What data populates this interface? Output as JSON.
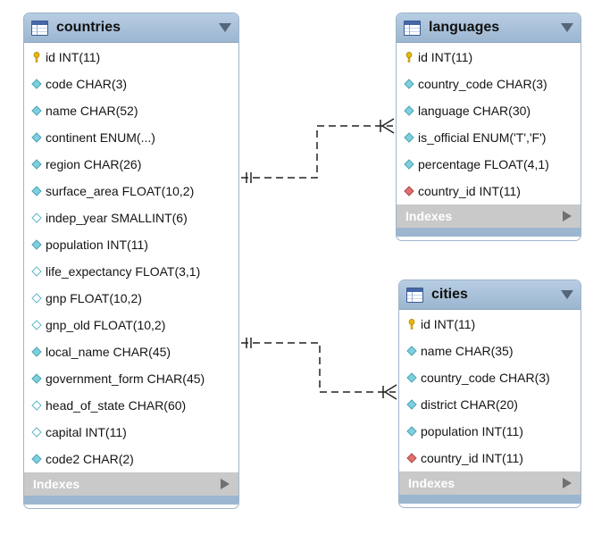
{
  "tables": {
    "countries": {
      "title": "countries",
      "columns": [
        {
          "label": "id INT(11)",
          "kind": "primary-key"
        },
        {
          "label": "code CHAR(3)",
          "kind": "not-null"
        },
        {
          "label": "name CHAR(52)",
          "kind": "not-null"
        },
        {
          "label": "continent ENUM(...)",
          "kind": "not-null"
        },
        {
          "label": "region CHAR(26)",
          "kind": "not-null"
        },
        {
          "label": "surface_area FLOAT(10,2)",
          "kind": "not-null"
        },
        {
          "label": "indep_year SMALLINT(6)",
          "kind": "nullable"
        },
        {
          "label": "population INT(11)",
          "kind": "not-null"
        },
        {
          "label": "life_expectancy FLOAT(3,1)",
          "kind": "nullable"
        },
        {
          "label": "gnp FLOAT(10,2)",
          "kind": "nullable"
        },
        {
          "label": "gnp_old FLOAT(10,2)",
          "kind": "nullable"
        },
        {
          "label": "local_name CHAR(45)",
          "kind": "not-null"
        },
        {
          "label": "government_form CHAR(45)",
          "kind": "not-null"
        },
        {
          "label": "head_of_state CHAR(60)",
          "kind": "nullable"
        },
        {
          "label": "capital INT(11)",
          "kind": "nullable"
        },
        {
          "label": "code2 CHAR(2)",
          "kind": "not-null"
        }
      ],
      "indexes_label": "Indexes"
    },
    "languages": {
      "title": "languages",
      "columns": [
        {
          "label": "id INT(11)",
          "kind": "primary-key"
        },
        {
          "label": "country_code CHAR(3)",
          "kind": "not-null"
        },
        {
          "label": "language CHAR(30)",
          "kind": "not-null"
        },
        {
          "label": "is_official ENUM('T','F')",
          "kind": "not-null"
        },
        {
          "label": "percentage FLOAT(4,1)",
          "kind": "not-null"
        },
        {
          "label": "country_id INT(11)",
          "kind": "foreign-key"
        }
      ],
      "indexes_label": "Indexes"
    },
    "cities": {
      "title": "cities",
      "columns": [
        {
          "label": "id INT(11)",
          "kind": "primary-key"
        },
        {
          "label": "name CHAR(35)",
          "kind": "not-null"
        },
        {
          "label": "country_code CHAR(3)",
          "kind": "not-null"
        },
        {
          "label": "district CHAR(20)",
          "kind": "not-null"
        },
        {
          "label": "population INT(11)",
          "kind": "not-null"
        },
        {
          "label": "country_id INT(11)",
          "kind": "foreign-key"
        }
      ],
      "indexes_label": "Indexes"
    }
  },
  "relationships": [
    {
      "from": "countries",
      "to": "languages",
      "from_cardinality": "one-and-only-one",
      "to_cardinality": "one-or-many",
      "line_style": "dashed"
    },
    {
      "from": "countries",
      "to": "cities",
      "from_cardinality": "one-and-only-one",
      "to_cardinality": "one-or-many",
      "line_style": "dashed"
    }
  ],
  "colors": {
    "header": "#9cb6d0",
    "primary_key": "#e8b800",
    "column_diamond": "#7fd0df",
    "foreign_key": "#e07070",
    "indexes_bar": "#c9c9c9",
    "connector": "#222222"
  }
}
